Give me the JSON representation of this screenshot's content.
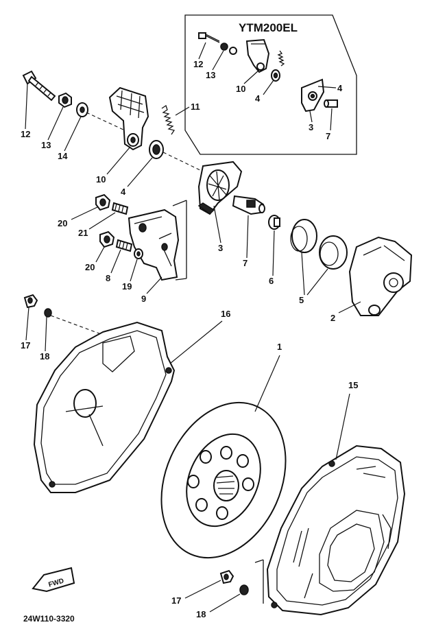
{
  "inset": {
    "title": "YTM200EL",
    "callouts": [
      "12",
      "13",
      "10",
      "4",
      "4",
      "3",
      "7"
    ]
  },
  "callouts": {
    "p1": "1",
    "p2": "2",
    "p3": "3",
    "p4": "4",
    "p5": "5",
    "p6": "6",
    "p7": "7",
    "p8": "8",
    "p9": "9",
    "p10": "10",
    "p11": "11",
    "p12": "12",
    "p13": "13",
    "p14": "14",
    "p15": "15",
    "p16": "16",
    "p17a": "17",
    "p18a": "18",
    "p17b": "17",
    "p18b": "18",
    "p19": "19",
    "p20a": "20",
    "p20b": "20",
    "p21": "21"
  },
  "fwd_label": "FWD",
  "part_code": "24W110-3320",
  "colors": {
    "ink": "#111111",
    "paper": "#ffffff"
  }
}
